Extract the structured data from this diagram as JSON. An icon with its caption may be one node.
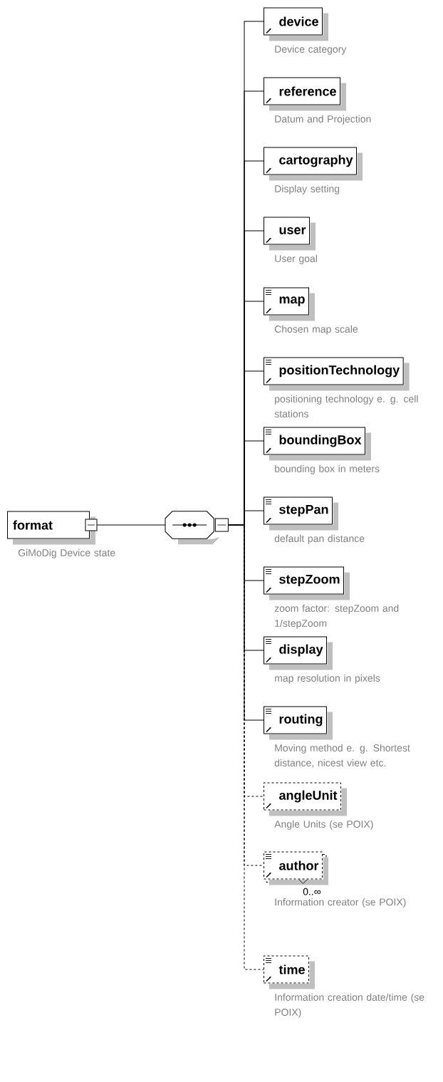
{
  "diagram": {
    "nodes": [
      {
        "text": [
          "format"
        ],
        "beside": [
          "GiMoDig Device state"
        ]
      },
      {
        "text": [],
        "shape": "octagon"
      },
      {
        "text": [
          "device"
        ],
        "beside": [
          "Device category"
        ]
      },
      {
        "text": [
          "reference"
        ],
        "beside": [
          "Datum and Projection"
        ]
      },
      {
        "text": [
          "cartography"
        ],
        "beside": [
          "Display setting"
        ]
      },
      {
        "text": [
          "user"
        ],
        "beside": [
          "User goal"
        ]
      },
      {
        "text": [
          "map"
        ],
        "beside": [
          "Chosen map scale"
        ]
      },
      {
        "text": [
          "positionTechnology"
        ],
        "beside": [
          "positioning technology e. g. cell stations"
        ]
      },
      {
        "text": [
          "boundingBox"
        ],
        "beside": [
          "bounding box in meters"
        ]
      },
      {
        "text": [
          "stepPan"
        ],
        "beside": [
          "default pan distance"
        ]
      },
      {
        "text": [
          "stepZoom"
        ],
        "beside": [
          "zoom factor: stepZoom and 1/stepZoom"
        ]
      },
      {
        "text": [
          "display"
        ],
        "beside": [
          "map resolution in pixels"
        ]
      },
      {
        "text": [
          "routing"
        ],
        "beside": [
          "Moving method e. g. Shortest distance, nicest view etc."
        ]
      },
      {
        "text": [
          "angleUnit"
        ],
        "beside": [
          "Angle Units (se POIX)"
        ]
      },
      {
        "text": [
          "author"
        ],
        "beside": [
          "0..∞",
          "Information creator (se POIX)"
        ]
      },
      {
        "text": [
          "time"
        ],
        "beside": [
          "Information creation date/time (se POIX)"
        ]
      }
    ],
    "edges": [
      {
        "from": 0,
        "to": 1,
        "arrow": "none"
      },
      {
        "from": 1,
        "to": 2,
        "arrow": "none"
      },
      {
        "from": 1,
        "to": 3,
        "arrow": "none"
      },
      {
        "from": 1,
        "to": 4,
        "arrow": "none"
      },
      {
        "from": 1,
        "to": 5,
        "arrow": "none"
      },
      {
        "from": 1,
        "to": 6,
        "arrow": "none"
      },
      {
        "from": 1,
        "to": 7,
        "arrow": "none"
      },
      {
        "from": 1,
        "to": 8,
        "arrow": "none"
      },
      {
        "from": 1,
        "to": 9,
        "arrow": "none"
      },
      {
        "from": 1,
        "to": 10,
        "arrow": "none"
      },
      {
        "from": 1,
        "to": 11,
        "arrow": "none"
      },
      {
        "from": 1,
        "to": 12,
        "arrow": "none"
      },
      {
        "from": 1,
        "to": 13,
        "arrow": "none",
        "style": "dashed"
      },
      {
        "from": 1,
        "to": 14,
        "arrow": "none",
        "style": "dashed"
      },
      {
        "from": 1,
        "to": 15,
        "arrow": "none",
        "style": "dashed"
      }
    ]
  }
}
